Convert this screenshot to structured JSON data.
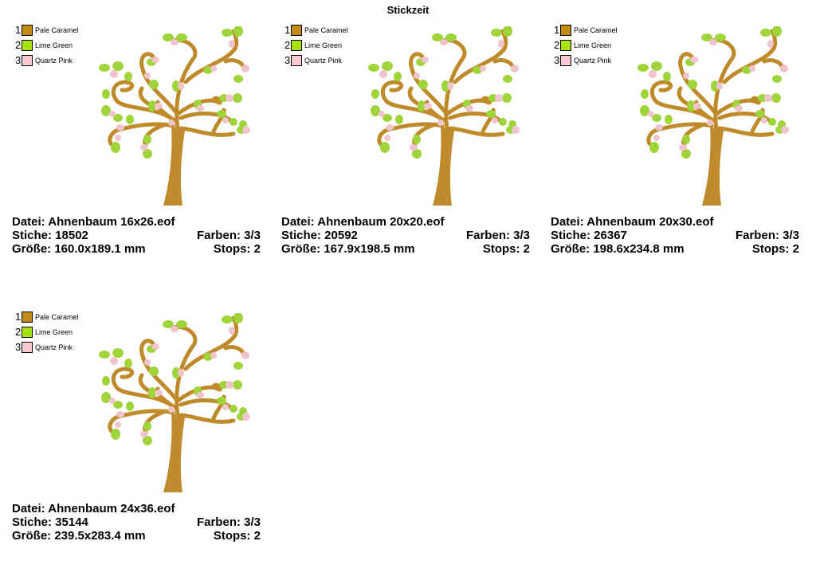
{
  "title": "Stickzeit",
  "colors": [
    {
      "num": "1",
      "name": "Pale Caramel",
      "hex": "#c48a18"
    },
    {
      "num": "2",
      "name": "Lime Green",
      "hex": "#a8e010"
    },
    {
      "num": "3",
      "name": "Quartz Pink",
      "hex": "#f8c8d0"
    }
  ],
  "designs": [
    {
      "file": "Datei: Ahnenbaum 16x26.eof",
      "stitches": "Stiche: 18502",
      "colors": "Farben: 3/3",
      "size": "Größe: 160.0x189.1 mm",
      "stops": "Stops: 2"
    },
    {
      "file": "Datei: Ahnenbaum 20x20.eof",
      "stitches": "Stiche: 20592",
      "colors": "Farben: 3/3",
      "size": "Größe: 167.9x198.5 mm",
      "stops": "Stops: 2"
    },
    {
      "file": "Datei: Ahnenbaum 20x30.eof",
      "stitches": "Stiche: 26367",
      "colors": "Farben: 3/3",
      "size": "Größe: 198.6x234.8 mm",
      "stops": "Stops: 2"
    },
    {
      "file": "Datei: Ahnenbaum 24x36.eof",
      "stitches": "Stiche: 35144",
      "colors": "Farben: 3/3",
      "size": "Größe: 239.5x283.4 mm",
      "stops": "Stops: 2"
    }
  ]
}
